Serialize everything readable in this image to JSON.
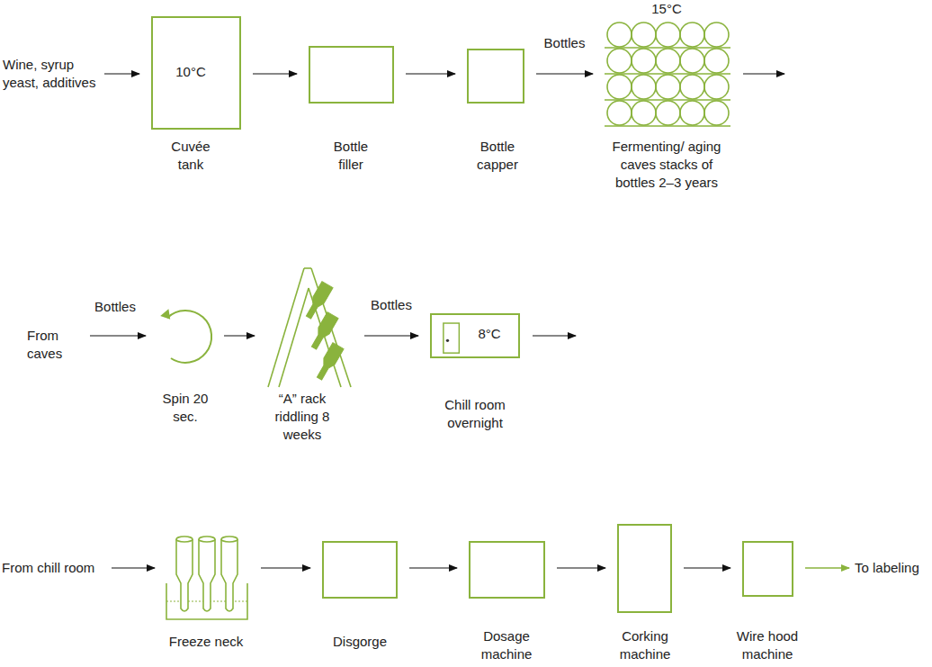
{
  "diagram": {
    "nodes": [
      {
        "text": [
          "10°C",
          "Cuvée tank"
        ]
      },
      {
        "text": [
          "Bottle filler"
        ]
      },
      {
        "text": [
          "Bottle capper"
        ]
      },
      {
        "text": [
          "15°C",
          "Fermenting/ aging caves stacks of bottles 2–3 years"
        ]
      },
      {
        "text": [
          "Spin 20 sec."
        ]
      },
      {
        "text": [
          "“A” rack riddling 8 weeks"
        ]
      },
      {
        "text": [
          "8°C",
          "Chill room overnight"
        ]
      },
      {
        "text": [
          "Freeze neck"
        ]
      },
      {
        "text": [
          "Disgorge"
        ]
      },
      {
        "text": [
          "Dosage machine"
        ]
      },
      {
        "text": [
          "Corking machine"
        ]
      },
      {
        "text": [
          "Wire hood machine"
        ]
      }
    ],
    "edges": [
      {
        "from": 0,
        "to": 1,
        "arrow": "to"
      },
      {
        "from": 1,
        "to": 2,
        "arrow": "to"
      },
      {
        "from": 2,
        "to": 3,
        "label": "Bottles",
        "arrow": "to"
      },
      {
        "from": 4,
        "to": 5,
        "arrow": "to"
      },
      {
        "from": 5,
        "to": 6,
        "label": "Bottles",
        "arrow": "to"
      },
      {
        "from": 7,
        "to": 8,
        "arrow": "to"
      },
      {
        "from": 8,
        "to": 9,
        "arrow": "to"
      },
      {
        "from": 9,
        "to": 10,
        "arrow": "to"
      },
      {
        "from": 10,
        "to": 11,
        "arrow": "to"
      }
    ],
    "labels": [
      "Wine, syrup yeast, additives",
      "From caves",
      "Bottles",
      "From chill room",
      "To labeling"
    ]
  }
}
